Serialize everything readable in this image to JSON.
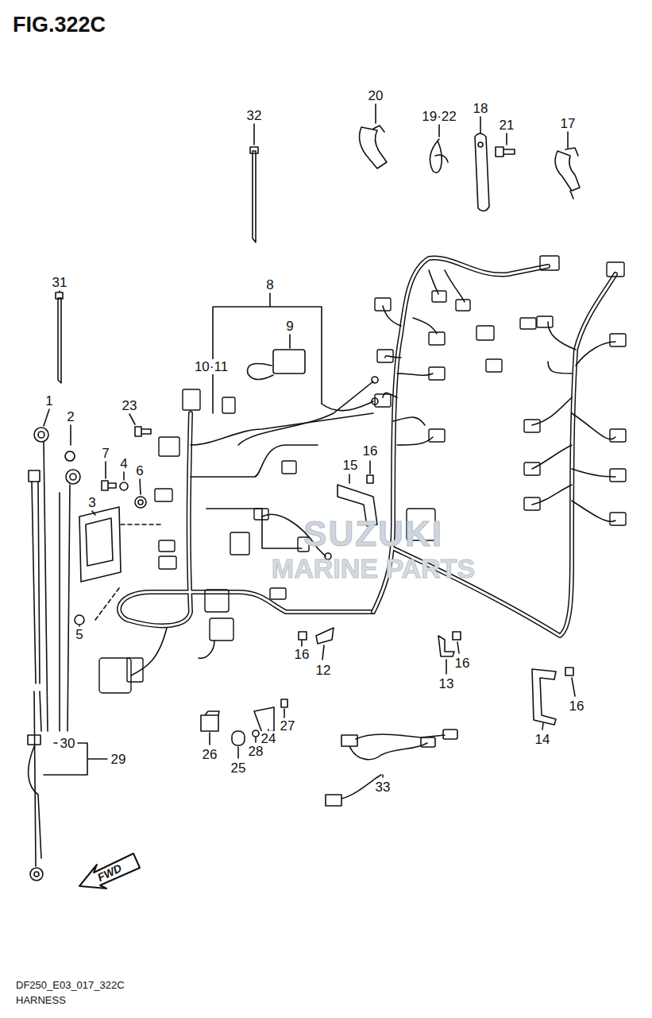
{
  "diagram": {
    "title": "FIG.322C",
    "labels": [
      "32",
      "20",
      "19·22",
      "18",
      "21",
      "17",
      "31",
      "8",
      "9",
      "10·11",
      "23",
      "1",
      "2",
      "16",
      "15",
      "7",
      "4",
      "6",
      "3",
      "5",
      "16",
      "12",
      "16",
      "13",
      "16",
      "14",
      "27",
      "24",
      "28",
      "26",
      "25",
      "30",
      "29",
      "33",
      "FWD",
      "SUZUKI",
      "MARINE PARTS",
      "DF250_E03_017_322C",
      "HARNESS"
    ]
  }
}
